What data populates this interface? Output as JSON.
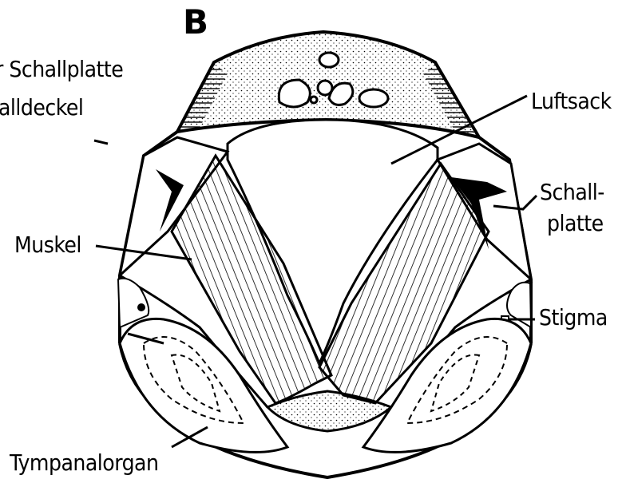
{
  "figure": {
    "panel_letter": "B",
    "labels": {
      "schallplatte_left": "r Schallplatte",
      "schalldeckel": "alldeckel",
      "luftsack": "Luftsack",
      "schallplatte_right_1": "Schall-",
      "schallplatte_right_2": "platte",
      "muskel": "Muskel",
      "stigma": "Stigma",
      "tympanalorgan": "Tympanalorgan"
    }
  }
}
